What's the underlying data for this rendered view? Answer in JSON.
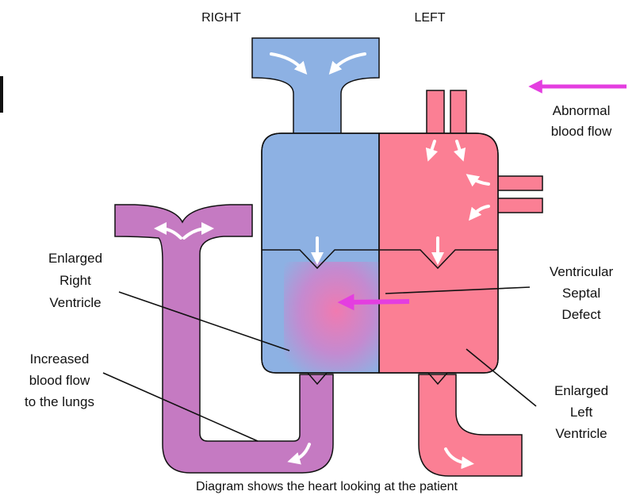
{
  "headers": {
    "right": "RIGHT",
    "left": "LEFT"
  },
  "legend": {
    "line1": "Abnormal",
    "line2": "blood flow"
  },
  "labels": {
    "right_ventricle": [
      "Enlarged",
      "Right",
      "Ventricle"
    ],
    "vsd": [
      "Ventricular",
      "Septal",
      "Defect"
    ],
    "increased_flow": [
      "Increased",
      "blood flow",
      "to the lungs"
    ],
    "left_ventricle": [
      "Enlarged",
      "Left",
      "Ventricle"
    ]
  },
  "caption": "Diagram shows the heart looking at the patient",
  "colors": {
    "right_heart": "#8db1e3",
    "left_heart": "#fb7f94",
    "pulmonary": "#c57ac2",
    "abnormal_arrow": "#e43ee0",
    "outline": "#111111"
  }
}
